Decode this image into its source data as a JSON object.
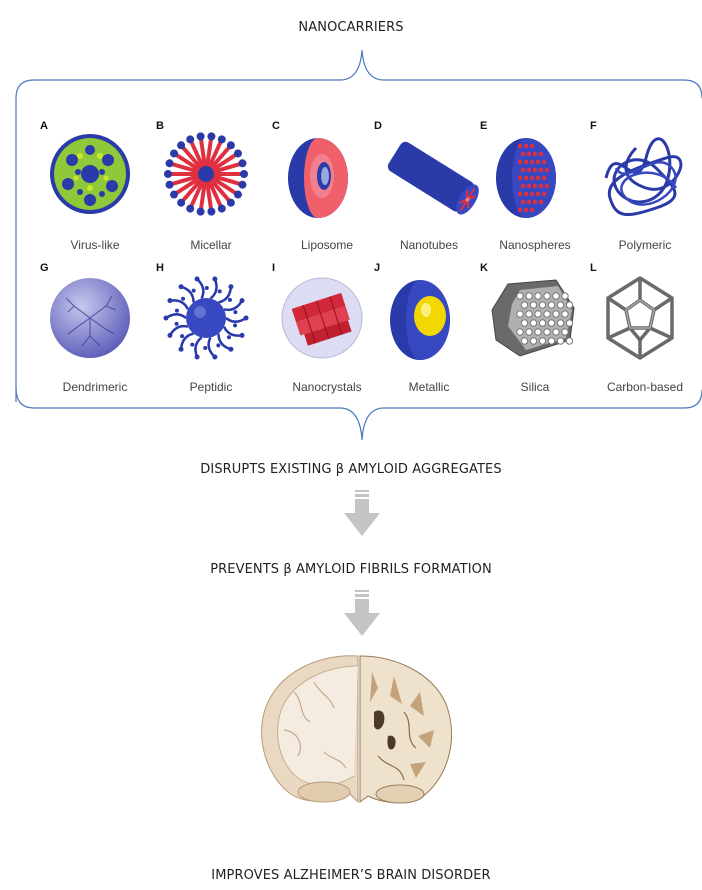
{
  "header": {
    "title": "NANOCARRIERS"
  },
  "nanocarriers": [
    {
      "letter": "A",
      "name": "Virus-like",
      "icon": "virus-like-particle-icon"
    },
    {
      "letter": "B",
      "name": "Micellar",
      "icon": "micelle-icon"
    },
    {
      "letter": "C",
      "name": "Liposome",
      "icon": "liposome-icon"
    },
    {
      "letter": "D",
      "name": "Nanotubes",
      "icon": "nanotube-icon"
    },
    {
      "letter": "E",
      "name": "Nanospheres",
      "icon": "nanosphere-icon"
    },
    {
      "letter": "F",
      "name": "Polymeric",
      "icon": "polymer-icon"
    },
    {
      "letter": "G",
      "name": "Dendrimeric",
      "icon": "dendrimer-icon"
    },
    {
      "letter": "H",
      "name": "Peptidic",
      "icon": "peptide-icon"
    },
    {
      "letter": "I",
      "name": "Nanocrystals",
      "icon": "nanocrystal-icon"
    },
    {
      "letter": "J",
      "name": "Metallic",
      "icon": "metallic-core-icon"
    },
    {
      "letter": "K",
      "name": "Silica",
      "icon": "silica-hexagon-icon"
    },
    {
      "letter": "L",
      "name": "Carbon-based",
      "icon": "fullerene-icon"
    }
  ],
  "steps": [
    {
      "text": "DISRUPTS EXISTING β AMYLOID AGGREGATES"
    },
    {
      "text": "PREVENTS β AMYLOID FIBRILS FORMATION"
    },
    {
      "text": "IMPROVES ALZHEIMER’S BRAIN DISORDER"
    }
  ],
  "colors": {
    "brace": "#4a78b8",
    "arrow": "#c4c4c4",
    "blue": "#2a3aa8",
    "red": "#e03040",
    "green": "#9acd32",
    "yellow": "#f2d800"
  }
}
